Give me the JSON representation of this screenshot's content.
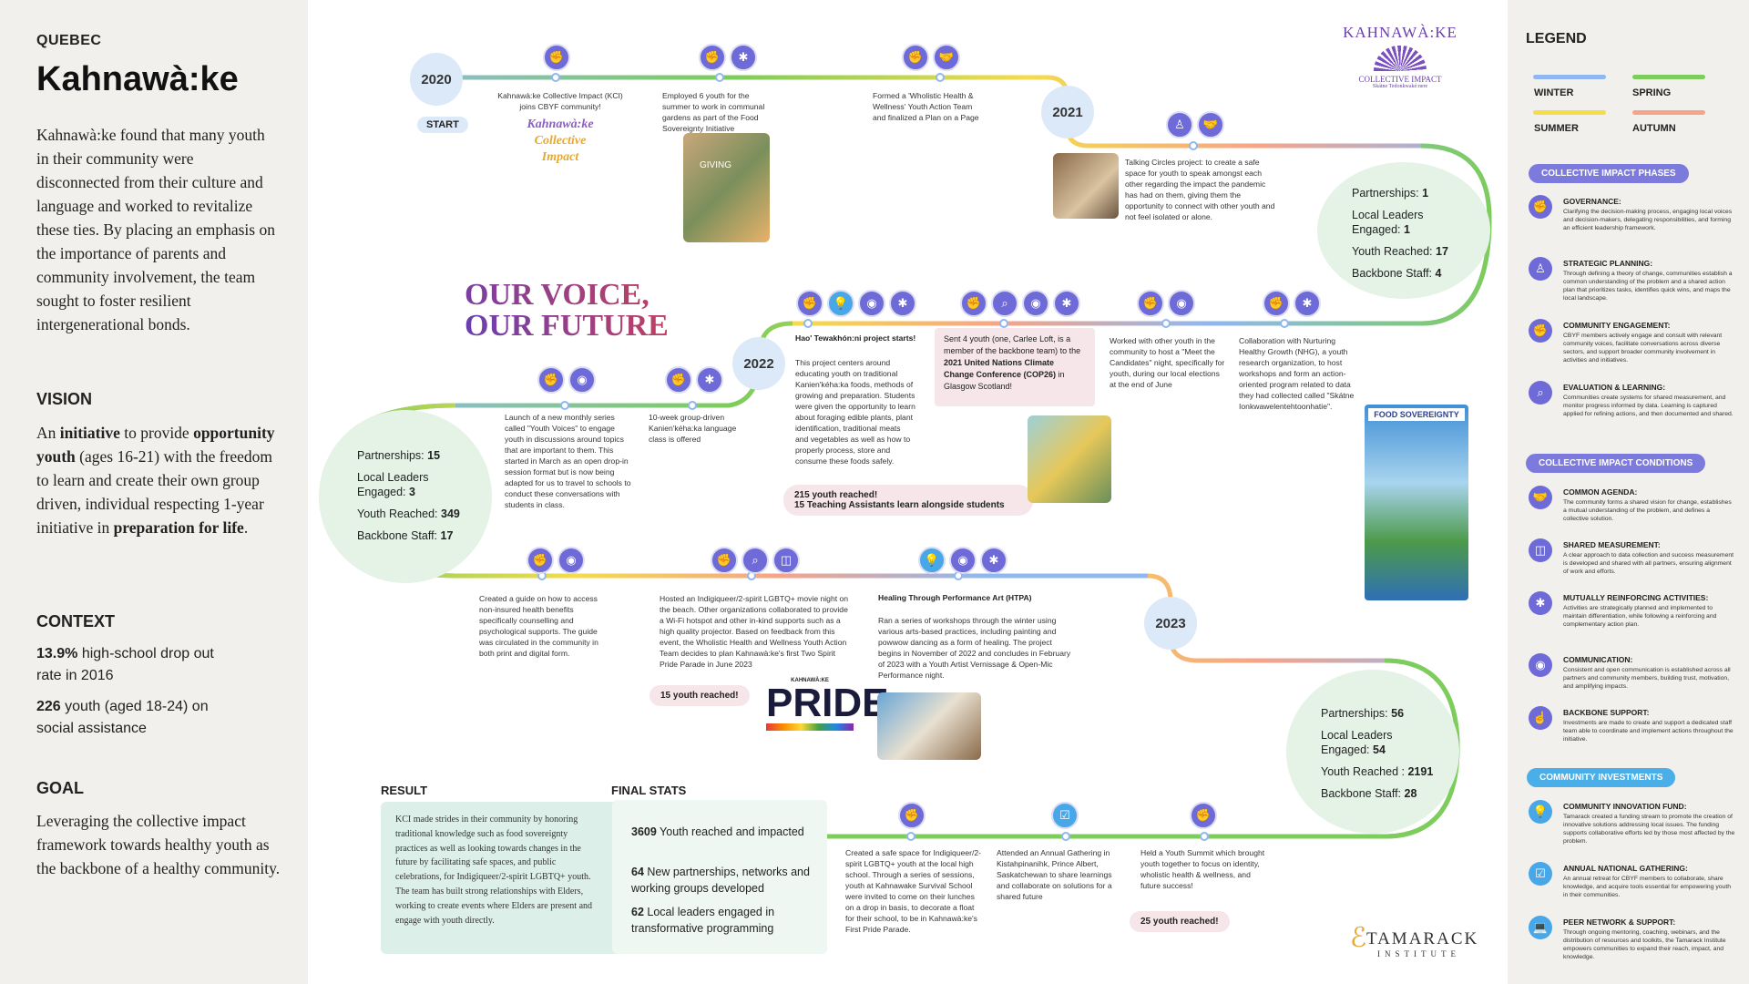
{
  "left": {
    "region": "QUEBEC",
    "title": "Kahnawà:ke",
    "intro": "Kahnawà:ke found that many youth in their community were disconnected from their culture and language and worked to revitalize these ties. By placing an emphasis on the importance of parents and community involvement, the team sought to foster resilient intergenerational bonds.",
    "vision_header": "VISION",
    "vision_parts": [
      "An ",
      "initiative",
      " to provide ",
      "opportunity youth",
      " (ages 16-21) with the freedom to learn and create their own group driven, individual respecting 1-year initiative in ",
      "preparation for life",
      "."
    ],
    "context_header": "CONTEXT",
    "context1_bold": "13.9%",
    "context1_rest": " high-school drop out rate in 2016",
    "context2_bold": "226",
    "context2_rest": " youth (aged 18-24) on social assistance",
    "goal_header": "GOAL",
    "goal": "Leveraging the collective impact framework towards healthy youth as the backbone of a healthy community."
  },
  "timeline": {
    "years": [
      "2020",
      "2021",
      "2022",
      "2023"
    ],
    "start": "START",
    "tagline1": "OUR VOICE,",
    "tagline2": "OUR FUTURE",
    "kci_logo": [
      "Kahnawà:ke",
      "Collective",
      "Impact"
    ],
    "events": {
      "e2020a": "Kahnawà:ke Collective Impact (KCI) joins CBYF community!",
      "e2020b": "Employed 6 youth for the summer to work in communal gardens as part of the Food Sovereignty Initiative",
      "e2020c": "Formed a 'Wholistic Health & Wellness' Youth Action Team and finalized a Plan on a Page",
      "e2021a": "Talking Circles project: to create a safe space for youth to speak amongst each other regarding the impact the pandemic has had on them, giving them the opportunity to connect with other youth and not feel isolated or alone.",
      "e2022a": "Launch of a new monthly series called \"Youth Voices\" to engage youth in discussions around topics that are important to them. This started in March as an open drop-in session format but is now being adapted for us to travel to schools to conduct these conversations with students in class.",
      "e2022b": "10-week group-driven Kanien'kéha:ka language class is offered",
      "e2022c_title": "Hao' Tewakhón:ni project starts!",
      "e2022c": "This project centers around educating youth on traditional Kanien'kéha:ka foods, methods of growing and preparation. Students were given the opportunity to learn about foraging edible plants, plant identification, traditional meats and vegetables as well as how to properly process, store and consume these foods safely.",
      "e2022c_pill1": "215 youth reached!",
      "e2022c_pill2": "15 Teaching Assistants learn alongside students",
      "e2022d_pre": "Sent 4 youth (one, Carlee Loft, is a member of the backbone team) to the ",
      "e2022d_bold": "2021 United Nations Climate Change Conference (COP26)",
      "e2022d_post": " in Glasgow Scotland!",
      "e2022e": "Worked with other youth in the community to host a \"Meet the Candidates\" night, specifically for youth, during our local elections at the end of June",
      "e2022f": "Collaboration with Nurturing Healthy Growth (NHG), a youth research organization, to host workshops and form an action-oriented program related to data they had collected called \"Skátne Ionkwawelentehtoonhatie\".",
      "e2023a": "Created a guide on how to access non-insured health benefits specifically counselling and psychological supports. The guide was circulated in the community in both print and digital form.",
      "e2023b": "Hosted an Indigiqueer/2-spirit LGBTQ+ movie night on the beach. Other organizations collaborated to provide a Wi-Fi hotspot and other in-kind supports such as a high quality projector. Based on feedback from this event, the Wholistic Health and Wellness Youth Action Team decides to plan Kahnawà:ke's first Two Spirit Pride Parade in June 2023",
      "e2023b_pill": "15 youth reached!",
      "e2023c_title": "Healing Through Performance Art (HTPA)",
      "e2023c": "Ran a series of workshops through the winter using various arts-based practices, including painting and powwow dancing as a form of healing. The project begins in November of 2022 and concludes in February of 2023 with a Youth Artist Vernissage & Open-Mic Performance night.",
      "e2024a": "Created a safe space for Indigiqueer/2-spirit LGBTQ+ youth at the local high school. Through a series of sessions, youth at Kahnawake Survival School were invited to come on their lunches on a drop in basis, to decorate a float for their school, to be in Kahnawà:ke's First Pride Parade.",
      "e2024b": "Attended an Annual Gathering in Kistahpinanihk, Prince Albert, Saskatchewan to share learnings and collaborate on solutions for a shared future",
      "e2024c": "Held a Youth Summit which brought youth together to focus on identity, wholistic health & wellness, and future success!",
      "e2024c_pill": "25 youth reached!"
    },
    "stats1": {
      "partnerships": "1",
      "leaders": "1",
      "youth": "17",
      "staff": "4"
    },
    "stats2": {
      "partnerships": "15",
      "leaders": "3",
      "youth": "349",
      "staff": "17"
    },
    "stats3": {
      "partnerships": "56",
      "leaders": "54",
      "youth": "2191",
      "staff": "28"
    },
    "labels": {
      "partnerships": "Partnerships:",
      "leaders1": "Local Leaders",
      "leaders2": "Engaged:",
      "youth": "Youth Reached:",
      "youth3": "Youth Reached :",
      "staff": "Backbone Staff:"
    },
    "poster_title": "FOOD SOVEREIGNTY",
    "pride": "PRIDE",
    "pride_small": "KAHNAWÀ:KE",
    "photo_text": "GIVING"
  },
  "result": {
    "header": "RESULT",
    "text": "KCI made strides in their community by honoring traditional knowledge such as food sovereignty practices as well as looking towards changes in the future by facilitating safe spaces, and public celebrations, for Indigiqueer/2-spirit LGBTQ+ youth. The team has built strong relationships with Elders, working to create events where Elders are present and engage with youth directly.",
    "final_header": "FINAL STATS",
    "f1_bold": "3609",
    "f1_rest": " Youth reached and impacted",
    "f2_bold": "64",
    "f2_rest": " New partnerships, networks and working groups developed",
    "f3_bold": "62",
    "f3_rest": " Local leaders engaged in transformative programming"
  },
  "logos": {
    "kahnawake_top": "KAHNAWÀ:KE",
    "kahnawake_mid": "COLLECTIVE IMPACT",
    "kahnawake_bot": "Skátne Tedonkwaké:nere",
    "tamarack": "TAMARACK",
    "institute": "INSTITUTE"
  },
  "legend": {
    "title": "LEGEND",
    "seasons": [
      {
        "name": "WINTER",
        "color": "#8fb8f0"
      },
      {
        "name": "SPRING",
        "color": "#7ccd5a"
      },
      {
        "name": "SUMMER",
        "color": "#f4dc4a"
      },
      {
        "name": "AUTUMN",
        "color": "#f6a488"
      }
    ],
    "phases_tag": "COLLECTIVE IMPACT PHASES",
    "phases": [
      {
        "h": "GOVERNANCE:",
        "t": "Clarifying the decision-making process, engaging local voices and decision-makers, delegating responsibilities, and forming an efficient leadership framework.",
        "icon": "governance-icon"
      },
      {
        "h": "STRATEGIC PLANNING:",
        "t": "Through defining a theory of change, communities establish a common understanding of the problem and a shared action plan that prioritizes tasks, identifies quick wins, and maps the local landscape.",
        "icon": "strategic-planning-icon"
      },
      {
        "h": "COMMUNITY ENGAGEMENT:",
        "t": "CBYF members actively engage and consult with relevant community voices, facilitate conversations across diverse sectors, and support broader community involvement in activities and initiatives.",
        "icon": "community-engagement-icon"
      },
      {
        "h": "EVALUATION & LEARNING:",
        "t": "Communities create systems for shared measurement, and monitor progress informed by data. Learning is captured applied for refining actions, and then documented and shared.",
        "icon": "evaluation-icon"
      }
    ],
    "conditions_tag": "COLLECTIVE IMPACT CONDITIONS",
    "conditions": [
      {
        "h": "COMMON AGENDA:",
        "t": "The community forms a shared vision for change, establishes a mutual understanding of the problem, and defines a collective solution.",
        "icon": "common-agenda-icon"
      },
      {
        "h": "SHARED MEASUREMENT:",
        "t": "A clear approach to data collection and success measurement is developed and shared with all partners, ensuring alignment of work and efforts.",
        "icon": "shared-measurement-icon"
      },
      {
        "h": "MUTUALLY REINFORCING ACTIVITIES:",
        "t": "Activities are strategically planned and implemented to maintain differentiation, while following a reinforcing and complementary action plan.",
        "icon": "reinforcing-activities-icon"
      },
      {
        "h": "COMMUNICATION:",
        "t": "Consistent and open communication is established across all partners and community members, building trust, motivation, and amplifying impacts.",
        "icon": "communication-icon"
      },
      {
        "h": "BACKBONE SUPPORT:",
        "t": "Investments are made to create and support a dedicated staff team able to coordinate and implement actions throughout the initiative.",
        "icon": "backbone-support-icon"
      }
    ],
    "invest_tag": "COMMUNITY INVESTMENTS",
    "invest": [
      {
        "h": "COMMUNITY INNOVATION FUND:",
        "t": "Tamarack created a funding stream to promote the creation of innovative solutions addressing local issues. The funding supports collaborative efforts led by those most affected by the problem.",
        "icon": "innovation-fund-icon"
      },
      {
        "h": "ANNUAL NATIONAL GATHERING:",
        "t": "An annual retreat for CBYF members to collaborate, share knowledge, and acquire tools essential for empowering youth in their communities.",
        "icon": "national-gathering-icon"
      },
      {
        "h": "PEER NETWORK & SUPPORT:",
        "t": "Through ongoing mentoring, coaching, webinars, and the distribution of resources and toolkits, the Tamarack Institute empowers communities to expand their reach, impact, and knowledge.",
        "icon": "peer-network-icon"
      }
    ]
  }
}
